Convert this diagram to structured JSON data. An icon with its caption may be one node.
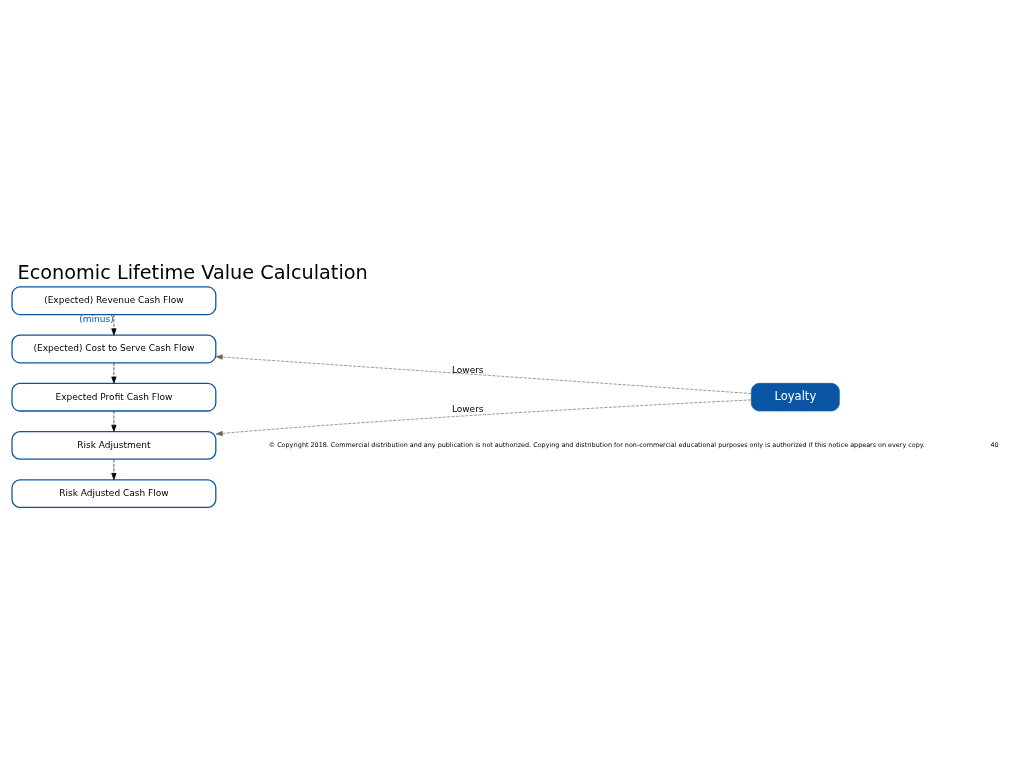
{
  "diagram": {
    "title": "Economic Lifetime Value Calculation",
    "nodes": [
      {
        "text": [
          "(Expected) Revenue Cash Flow"
        ]
      },
      {
        "text": [
          "(Expected) Cost to Serve Cash Flow"
        ]
      },
      {
        "text": [
          "Expected Profit Cash Flow"
        ]
      },
      {
        "text": [
          "Risk Adjustment"
        ]
      },
      {
        "text": [
          "Risk Adjusted Cash Flow"
        ]
      },
      {
        "text": [
          "Loyalty"
        ]
      }
    ],
    "edges": [
      {
        "from": 0,
        "to": 1,
        "arrow": "to",
        "style": "dashed",
        "label": "(minus)"
      },
      {
        "from": 1,
        "to": 2,
        "arrow": "to",
        "style": "dashed"
      },
      {
        "from": 2,
        "to": 3,
        "arrow": "to",
        "style": "dashed"
      },
      {
        "from": 3,
        "to": 4,
        "arrow": "to",
        "style": "dashed"
      },
      {
        "from": 5,
        "to": 1,
        "arrow": "to",
        "style": "dashed",
        "color": "#666666",
        "label": "Lowers"
      },
      {
        "from": 5,
        "to": 3,
        "arrow": "to",
        "style": "dashed",
        "color": "#666666",
        "label": "Lowers"
      }
    ],
    "labels": [
      "© Copyright 2018. Commercial distribution and any publication is not authorized. Copying and distribution for non-commercial educational purposes only is authorized if this notice appears on every copy.",
      "40"
    ]
  }
}
